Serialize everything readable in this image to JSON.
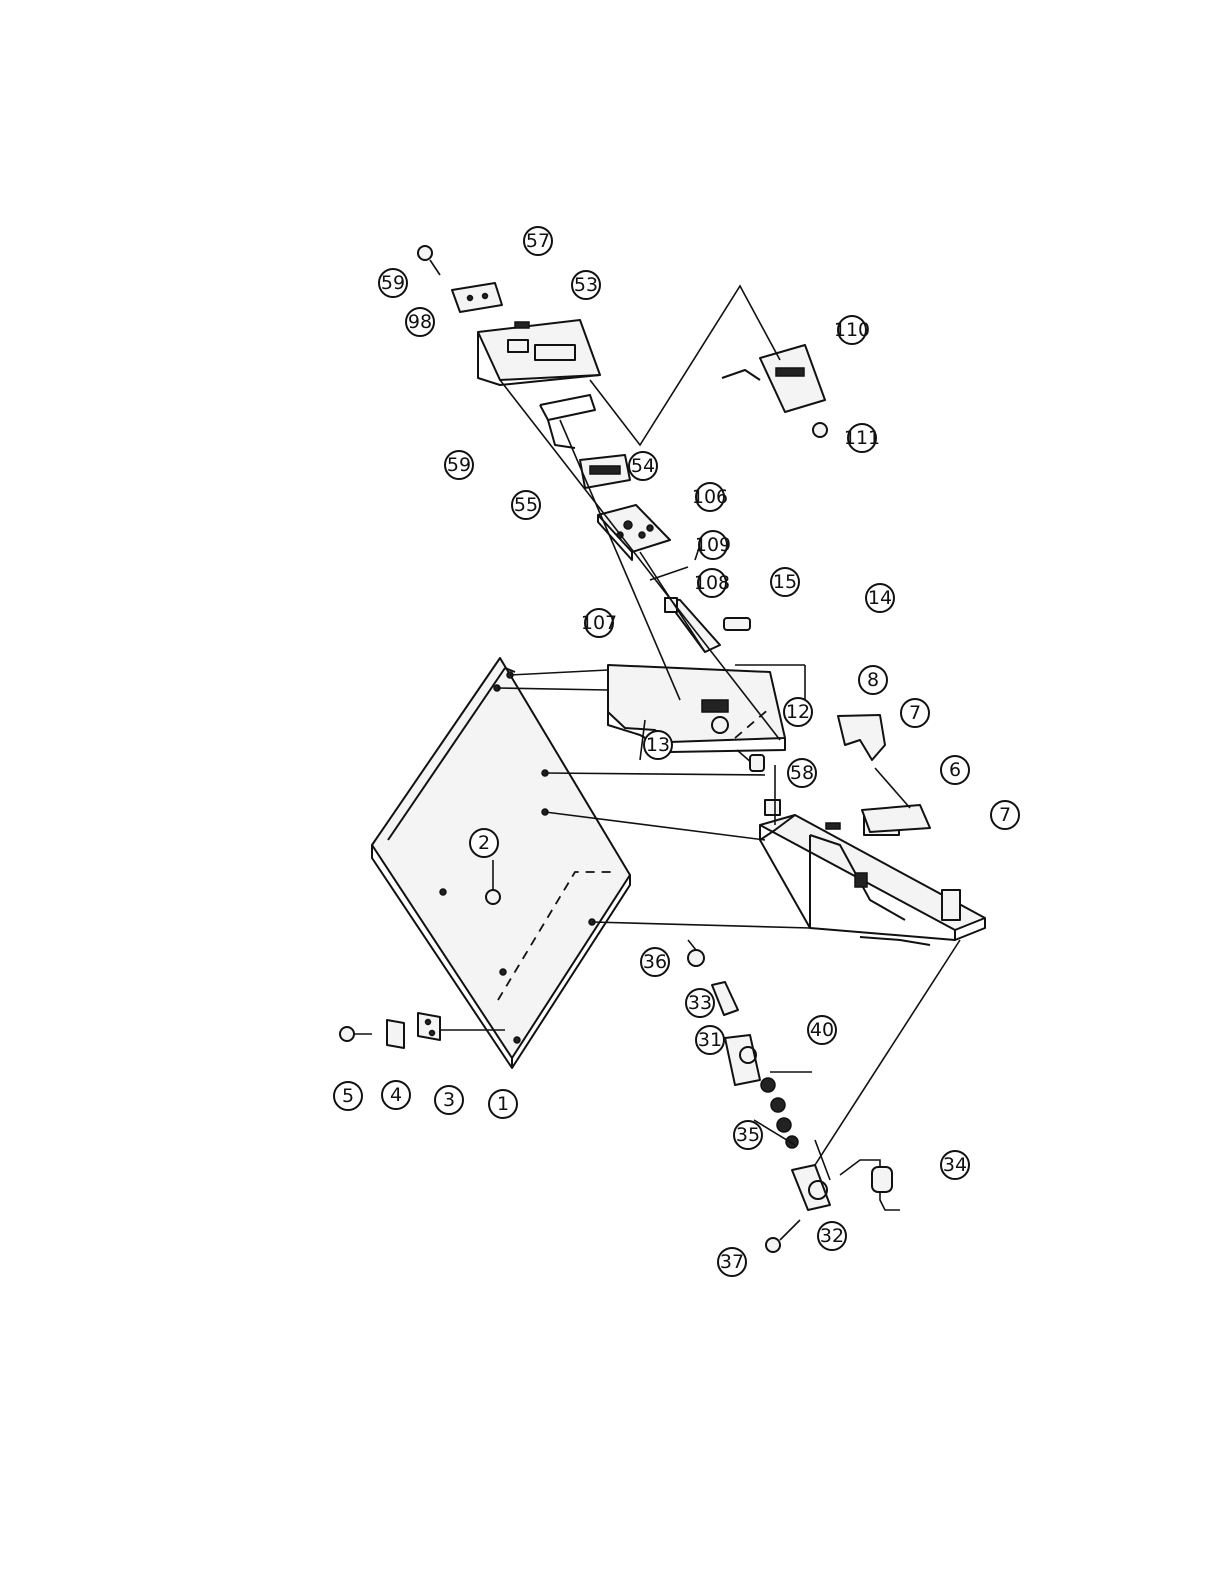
{
  "callouts": [
    {
      "id": "1"
    },
    {
      "id": "2"
    },
    {
      "id": "3"
    },
    {
      "id": "4"
    },
    {
      "id": "5"
    },
    {
      "id": "6"
    },
    {
      "id": "7a"
    },
    {
      "id": "7b"
    },
    {
      "id": "8"
    },
    {
      "id": "12"
    },
    {
      "id": "13"
    },
    {
      "id": "14"
    },
    {
      "id": "15"
    },
    {
      "id": "31"
    },
    {
      "id": "32"
    },
    {
      "id": "33"
    },
    {
      "id": "34"
    },
    {
      "id": "35"
    },
    {
      "id": "36"
    },
    {
      "id": "37"
    },
    {
      "id": "40"
    },
    {
      "id": "53"
    },
    {
      "id": "54"
    },
    {
      "id": "55"
    },
    {
      "id": "57"
    },
    {
      "id": "58"
    },
    {
      "id": "59a"
    },
    {
      "id": "59b"
    },
    {
      "id": "98"
    },
    {
      "id": "106"
    },
    {
      "id": "107"
    },
    {
      "id": "108"
    },
    {
      "id": "109"
    },
    {
      "id": "110"
    },
    {
      "id": "111"
    }
  ],
  "labels": {
    "1": "1",
    "2": "2",
    "3": "3",
    "4": "4",
    "5": "5",
    "6": "6",
    "7a": "7",
    "7b": "7",
    "8": "8",
    "12": "12",
    "13": "13",
    "14": "14",
    "15": "15",
    "31": "31",
    "32": "32",
    "33": "33",
    "34": "34",
    "35": "35",
    "36": "36",
    "37": "37",
    "40": "40",
    "53": "53",
    "54": "54",
    "55": "55",
    "57": "57",
    "58": "58",
    "59a": "59",
    "59b": "59",
    "98": "98",
    "106": "106",
    "107": "107",
    "108": "108",
    "109": "109",
    "110": "110",
    "111": "111"
  }
}
